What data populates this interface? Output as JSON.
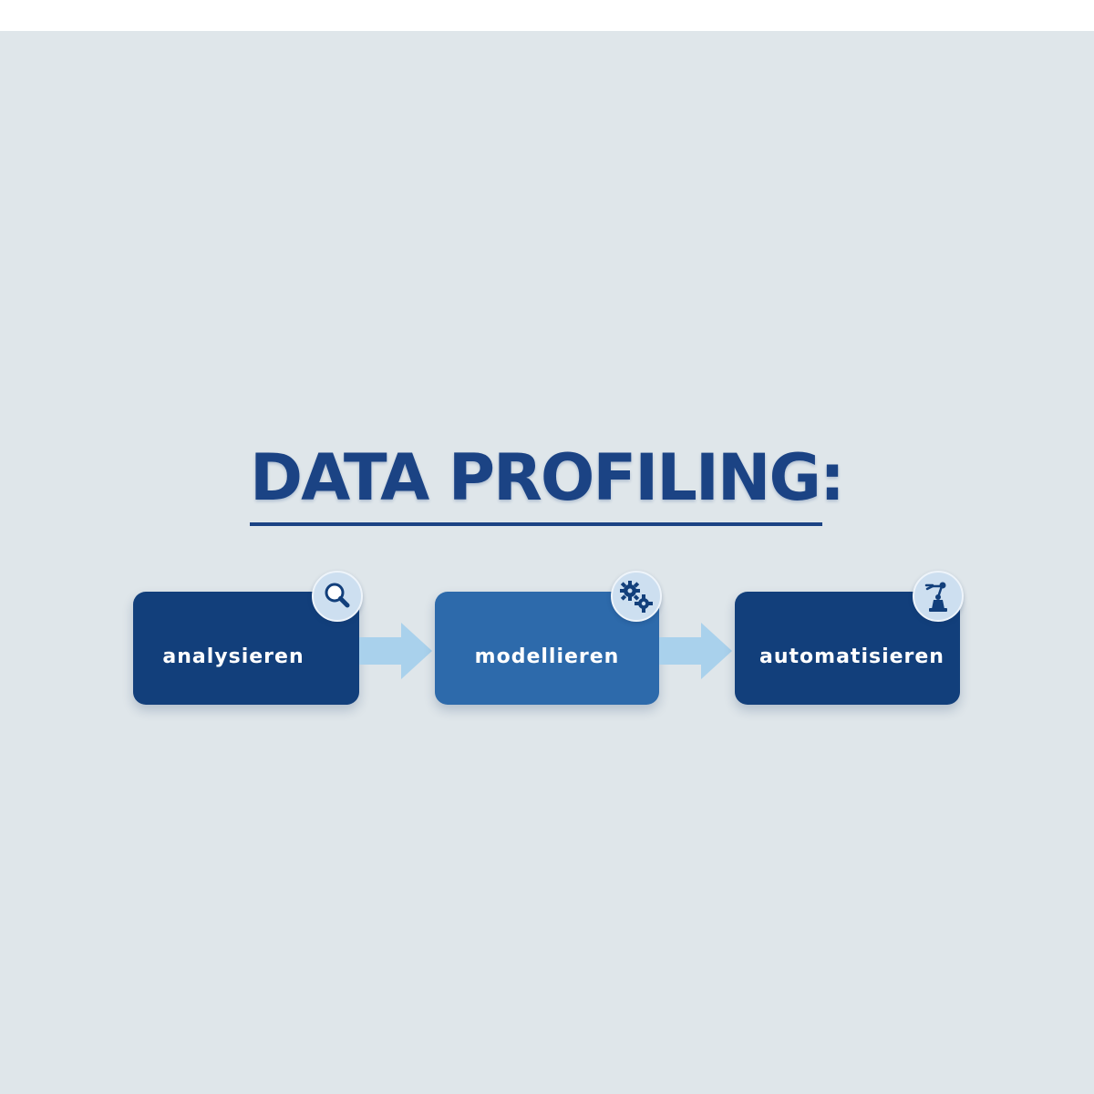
{
  "diagram": {
    "title": "DATA PROFILING:",
    "steps": [
      {
        "label": "analysieren",
        "icon": "magnifier-icon",
        "color": "#123f7b"
      },
      {
        "label": "modellieren",
        "icon": "gears-icon",
        "color": "#2d6aab"
      },
      {
        "label": "automatisieren",
        "icon": "robot-arm-icon",
        "color": "#123f7b"
      }
    ],
    "accent_color": "#1b4384",
    "arrow_color": "#9fcbe8",
    "background_color": "#dfe6ea"
  }
}
